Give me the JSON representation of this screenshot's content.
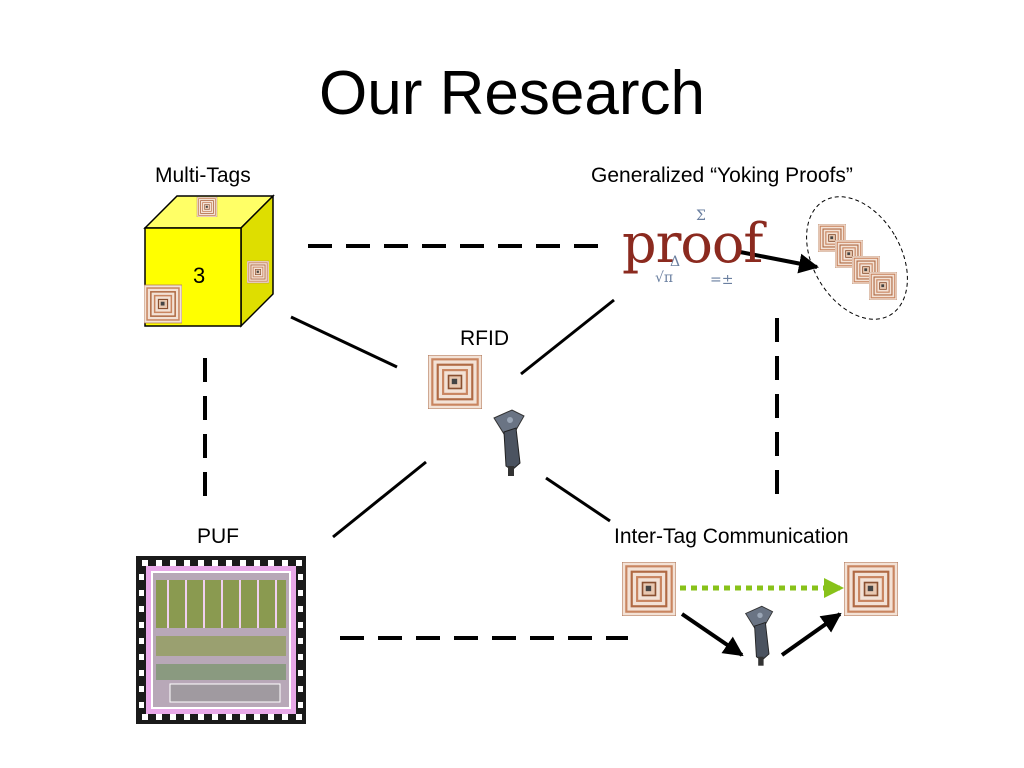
{
  "title": "Our Research",
  "labels": {
    "multi_tags": "Multi-Tags",
    "yoking_proofs": "Generalized “Yoking Proofs”",
    "rfid": "RFID",
    "puf": "PUF",
    "inter_tag": "Inter-Tag Communication"
  },
  "cube_number": "3",
  "proof_word": "proof",
  "proof_math": {
    "sigma": "Σ",
    "sqrt_pi": "√π",
    "delta": "Δ",
    "equals_pm": "=±"
  },
  "colors": {
    "cube_face": "#ffff00",
    "tag_copper": "#c98560",
    "green_arrow": "#88c21a",
    "chip_pink": "#e8a8e8",
    "line": "#000000"
  },
  "icons": [
    "rfid-tag-icon",
    "barcode-scanner-icon",
    "proof-logo-icon",
    "chip-die-icon"
  ]
}
